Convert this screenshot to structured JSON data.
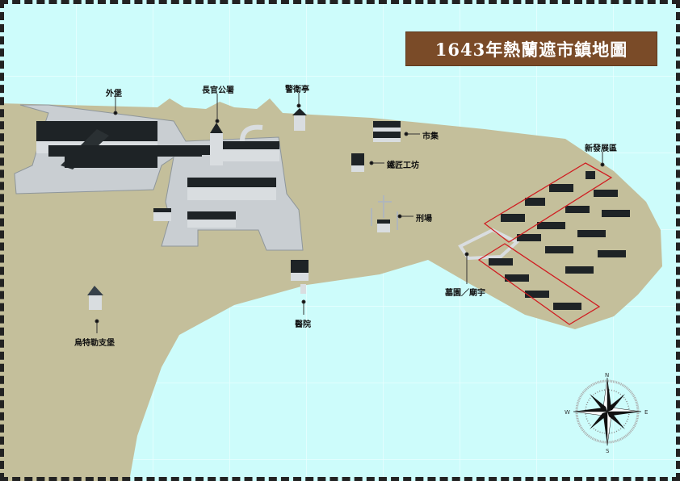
{
  "title": "1643年熱蘭遮市鎮地圖",
  "colors": {
    "sea": "#cdfcfb",
    "land": "#c4bf9b",
    "title_bg": "#7a4b28",
    "district_outline": "#d01e22",
    "roof": "#1e2326",
    "wall": "#d9dde0"
  },
  "labels": {
    "outer_fort": "外堡",
    "governor_office": "長官公署",
    "guard_post": "警衛亭",
    "market": "市集",
    "blacksmith": "鐵匠工坊",
    "execution_ground": "刑場",
    "new_district": "新發展區",
    "cemetery_temple": "墓園／廟宇",
    "hospital": "醫院",
    "fort_utrecht": "烏特勒支堡"
  },
  "compass": {
    "n": "N",
    "s": "S",
    "e": "E",
    "w": "W"
  }
}
